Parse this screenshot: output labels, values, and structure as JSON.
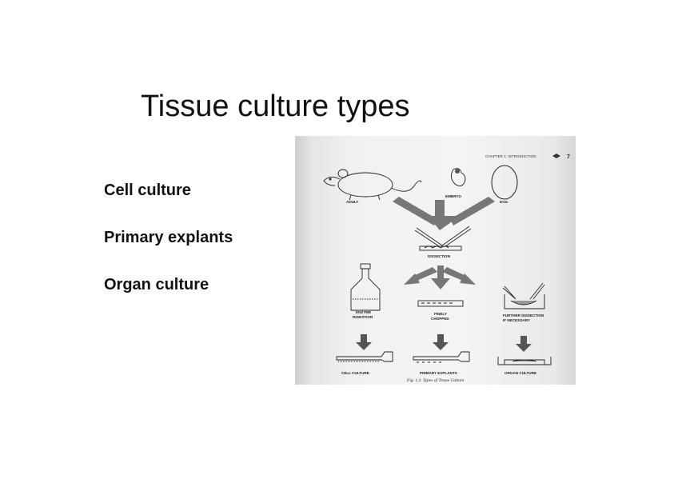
{
  "slide": {
    "title": "Tissue culture types",
    "bullets": [
      "Cell culture",
      "Primary explants",
      "Organ culture"
    ]
  },
  "figure": {
    "header": "CHAPTER 1: INTRODUCTION",
    "page_number": "7",
    "sources": [
      "ADULT",
      "EMBRYO",
      "EGG"
    ],
    "dissection_label": "DISSECTION",
    "methods": [
      [
        "ENZYME",
        "DIGESTION"
      ],
      [
        "FINELY",
        "CHOPPED"
      ],
      [
        "FURTHER DISSECTION",
        "IF NECESSARY"
      ]
    ],
    "cultures": [
      "CELL CULTURE",
      "PRIMARY EXPLANTS",
      "ORGAN CULTURE"
    ],
    "caption": "Fig. 1.2. Types of Tissue Culture."
  }
}
